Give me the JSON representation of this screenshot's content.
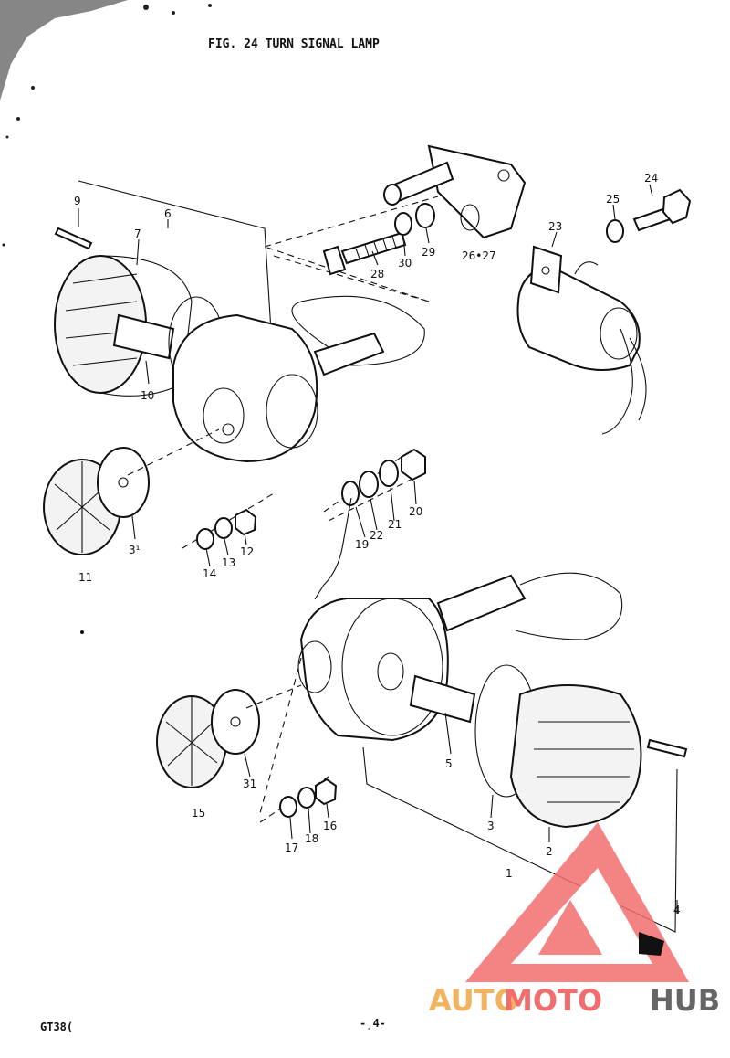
{
  "header": {
    "title": "FIG. 24  TURN SIGNAL LAMP"
  },
  "callouts": [
    "9",
    "6",
    "7",
    "10",
    "11",
    "3¹",
    "14",
    "13",
    "12",
    "28",
    "30",
    "29",
    "26•27",
    "25",
    "24",
    "23",
    "19",
    "22",
    "21",
    "20",
    "5",
    "15",
    "31",
    "17",
    "18",
    "16",
    "3",
    "2",
    "1",
    "4"
  ],
  "footer": {
    "model": "GT38(",
    "page": "-¸4-"
  },
  "watermark": {
    "part1": "AUTO",
    "part2": "MOTO",
    "part3": "HUB",
    "colors": {
      "auto": "#f3b25f",
      "moto": "#f26d6d",
      "hub": "#666666"
    }
  }
}
